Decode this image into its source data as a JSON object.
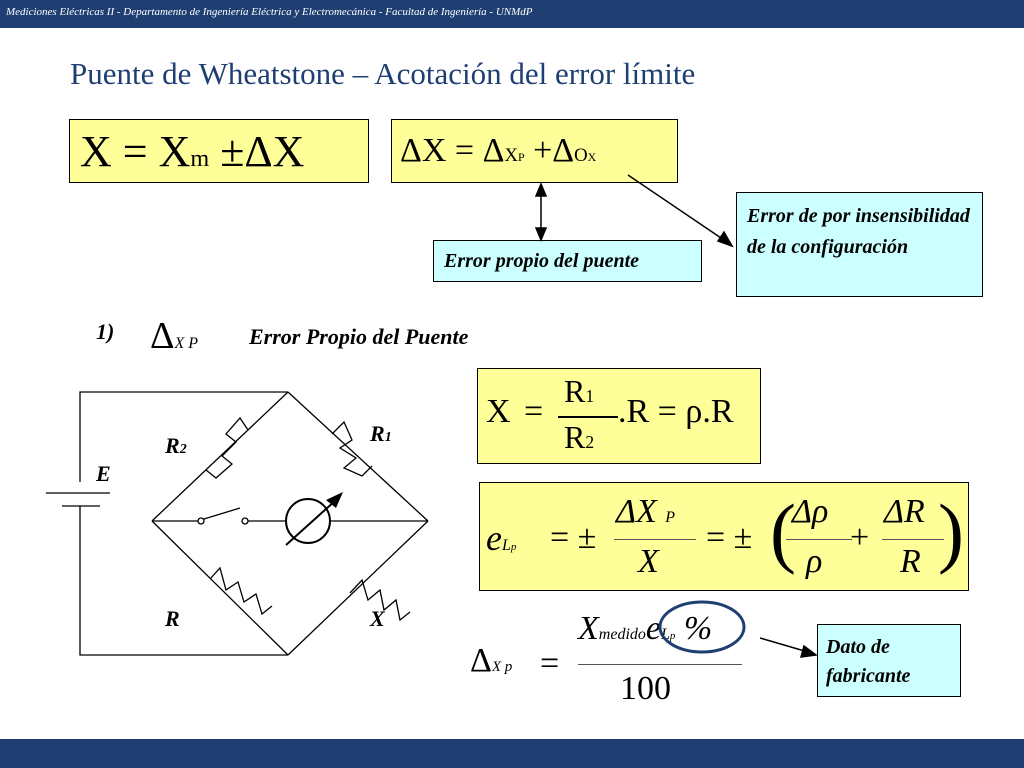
{
  "header": {
    "text": "Mediciones Eléctricas II - Departamento de Ingeniería Eléctrica y Electromecánica  - Facultad de Ingeniería  - UNMdP"
  },
  "title": "Puente de Wheatstone – Acotación del error límite",
  "eq1": {
    "lhs": "X",
    "eq": "=",
    "x": "X",
    "sub": "m",
    "pm": "±",
    "dx": "ΔX"
  },
  "eq2": {
    "lhs": "ΔX",
    "eq": "=",
    "d1": "Δ",
    "s1": "X",
    "s1b": "P",
    "plus": "+",
    "d2": "Δ",
    "s2": "O",
    "s2b": "X"
  },
  "callouts": {
    "propio": "Error propio del puente",
    "insens": "Error de por insensibilidad de la configuración",
    "fabricante": "Dato de fabricante"
  },
  "item1": {
    "num": "1)",
    "delta": "Δ",
    "sub": "X P",
    "label": "Error Propio  del Puente"
  },
  "circuit": {
    "E": "E",
    "R1": "R",
    "R1sub": "1",
    "R2": "R",
    "R2sub": "2",
    "R": "R",
    "X": "X"
  },
  "eq3": {
    "lhs": "X",
    "eq": "=",
    "num": "R",
    "numsub": "1",
    "den": "R",
    "densub": "2",
    "rest": ".R = ρ.R"
  },
  "eq4": {
    "e": "e",
    "esub": "L",
    "esubsub": "p",
    "eq": "= ±",
    "num": "ΔX",
    "numsub": "P",
    "den": "X",
    "eq2": "= ±",
    "f1n": "Δρ",
    "f1d": "ρ",
    "plus": "+",
    "f2n": "ΔR",
    "f2d": "R"
  },
  "eq5": {
    "delta": "Δ",
    "sub": "X  p",
    "eq": "=",
    "x": "X",
    "xsub": "medido",
    "e": "e",
    "esub": "L",
    "esubsub": "p",
    "pct": "%",
    "den": "100"
  }
}
